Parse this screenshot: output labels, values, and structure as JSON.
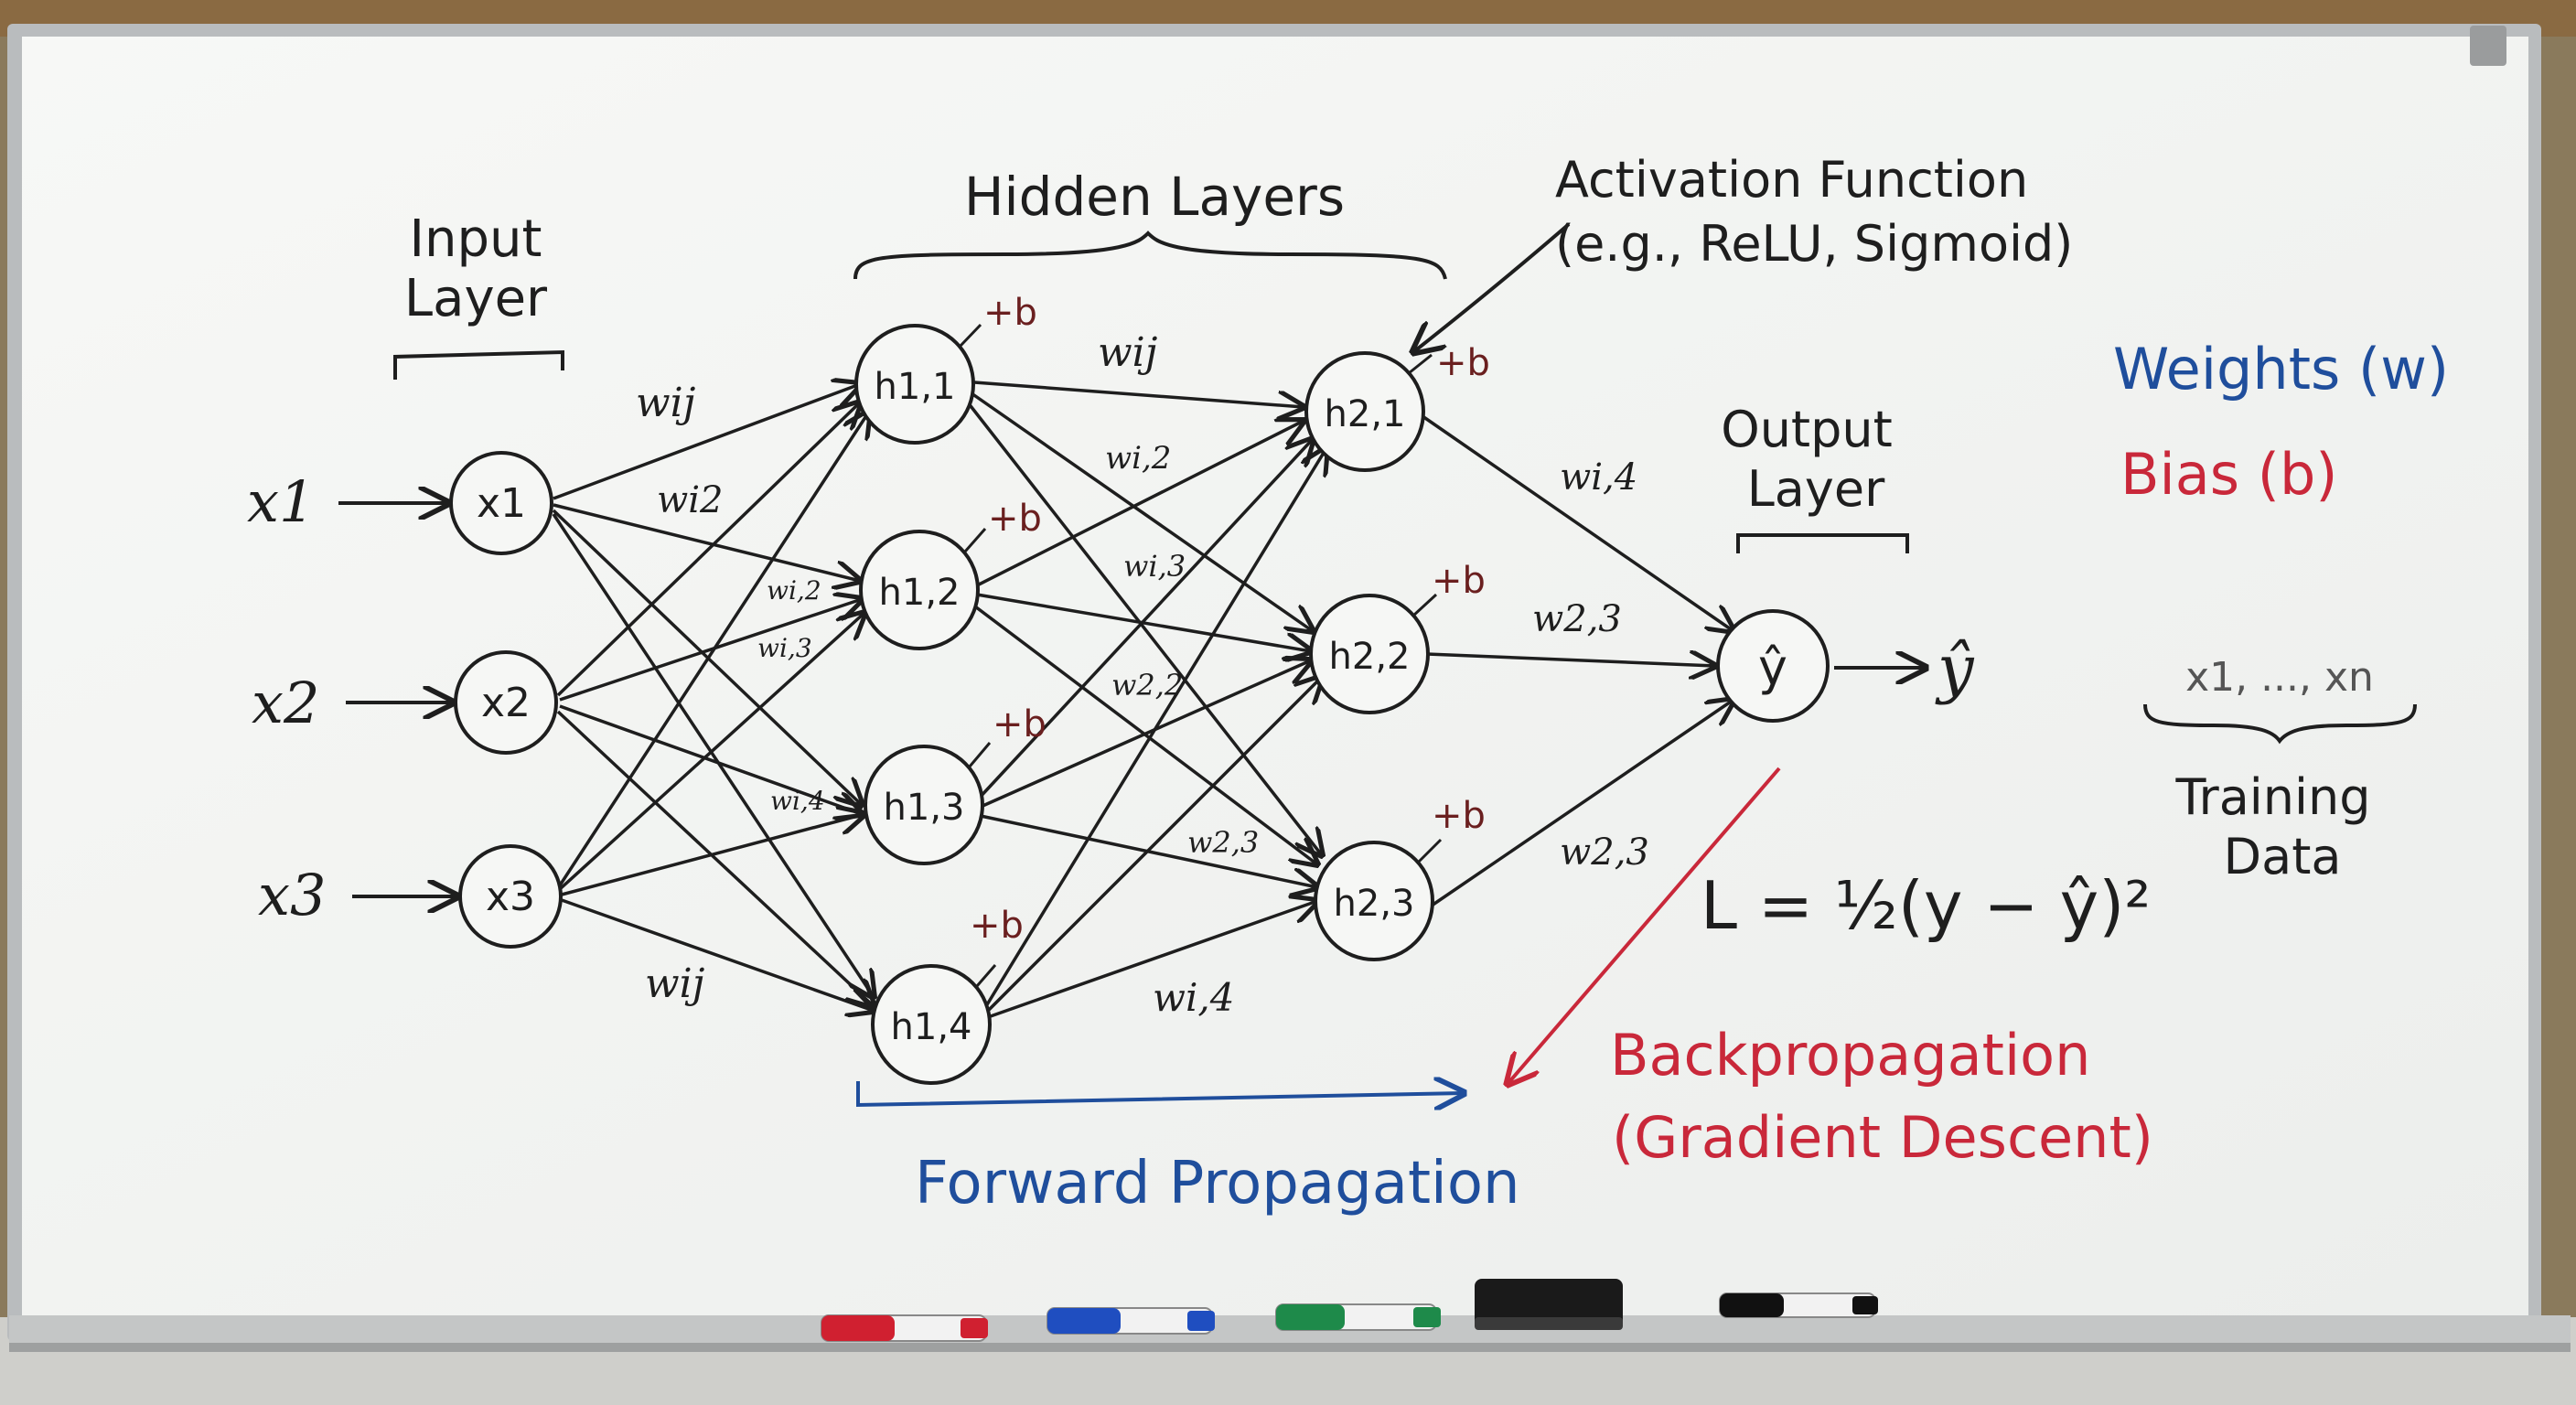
{
  "labels": {
    "input_layer_1": "Input",
    "input_layer_2": "Layer",
    "hidden_layers": "Hidden Layers",
    "activation_1": "Activation Function",
    "activation_2": "(e.g., ReLU, Sigmoid)",
    "output_layer_1": "Output",
    "output_layer_2": "Layer",
    "weights_legend": "Weights (w)",
    "bias_legend": "Bias (b)",
    "training_seq": "x1, ..., xn",
    "training_1": "Training",
    "training_2": "Data",
    "loss": "L = ½(y − ŷ)²",
    "forward": "Forward Propagation",
    "back_1": "Backpropagation",
    "back_2": "(Gradient Descent)",
    "output_y": "ŷ"
  },
  "inputs": [
    "x1",
    "x2",
    "x3"
  ],
  "nodes": {
    "input": [
      "x1",
      "x2",
      "x3"
    ],
    "hidden1": [
      "h1,1",
      "h1,2",
      "h1,3",
      "h1,4"
    ],
    "hidden2": [
      "h2,1",
      "h2,2",
      "h2,3"
    ],
    "output": "ŷ"
  },
  "bias_label": "+b",
  "weight_labels": {
    "in_top": "wij",
    "in_w12": "wi2",
    "in_w12b": "wi,2",
    "in_w13": "wi,3",
    "in_w14": "wi,4",
    "in_bottom": "wij",
    "h_top": "wij",
    "h_w12": "wi,2",
    "h_w13": "wi,3",
    "h_w22": "w2,2",
    "h_w23": "w2,3",
    "h_w14": "wi,4",
    "o_w14": "wi,4",
    "o_w23a": "w2,3",
    "o_w23b": "w2,3"
  },
  "colors": {
    "board": "#f4f5f3",
    "black_marker": "#1e1e1e",
    "blue_marker": "#1f4e9c",
    "red_marker": "#c9283a",
    "frame": "#b9bcbe",
    "cork": "#8a6a42"
  },
  "markers": [
    "red-marker",
    "blue-marker",
    "green-marker",
    "eraser",
    "black-marker"
  ]
}
